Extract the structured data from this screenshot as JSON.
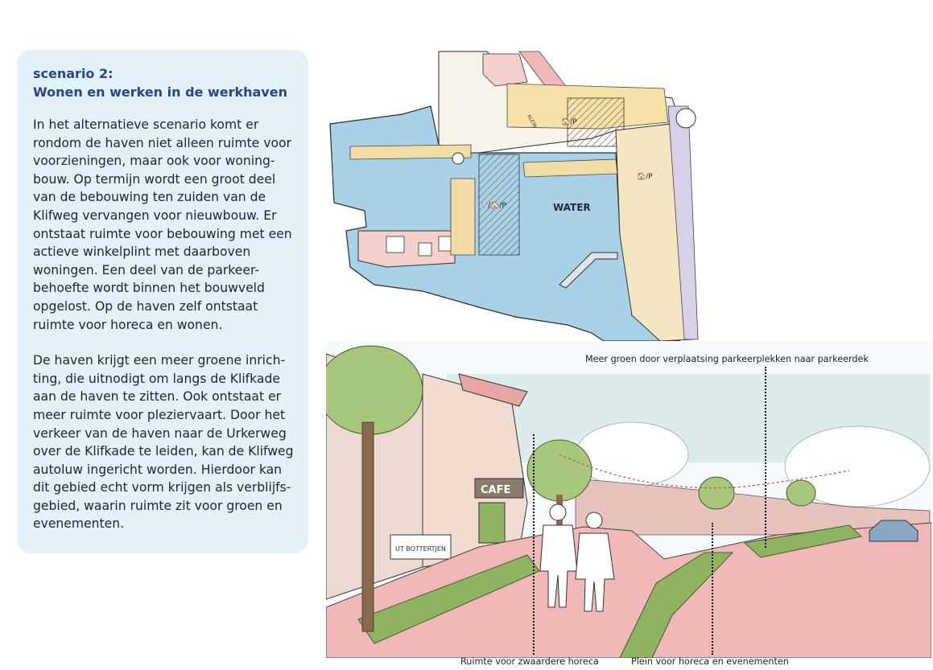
{
  "text_panel": {
    "heading_line1": "scenario 2:",
    "heading_line2": "Wonen en werken in de werkhaven",
    "paragraph1": "In het alternatieve scenario komt er rondom de haven niet alleen ruimte voor voorzieningen, maar ook voor woning-bouw. Op termijn wordt een groot deel van de bebouwing ten zuiden van de Klifweg vervangen voor nieuwbouw. Er ontstaat ruimte voor bebouwing met een actieve winkelplint met daarboven woningen. Een deel van de parkeer-behoefte wordt binnen het bouwveld opgelost. Op de haven zelf ontstaat ruimte voor horeca en wonen.",
    "paragraph2": "De haven krijgt een meer groene inrich-ting, die uitnodigt om langs de Klifkade aan de haven te zitten. Ook ontstaat er meer ruimte voor pleziervaart. Door het verkeer van de haven naar de Urkerweg over de Klifkade te leiden, kan de Klifweg autoluw ingericht worden. Hierdoor kan dit gebied echt vorm krijgen als verblijfs-gebied, waarin ruimte zit voor groen en evenementen."
  },
  "map": {
    "water_label": "WATER",
    "street_label": "KLEIN",
    "parking_label_1": "🏠/P",
    "parking_label_2": "🏠/P",
    "parking_label_3": "🍴/🏠/P"
  },
  "sketch": {
    "cafe_sign": "CAFE",
    "shop_sign": "UT BOTTERTJEN",
    "annotation_top": "Meer groen door verplaatsing parkeerplekken naar parkeerdek",
    "annotation_bottom_left": "Ruimte voor zwaardere horeca",
    "annotation_bottom_right": "Plein voor horeca en evenementen"
  },
  "colors": {
    "panel_bg": "#e3f1f9",
    "heading": "#25468c",
    "water": "#a9d2e8",
    "road_pink": "#f0b9b7",
    "greenery": "#8fb263"
  }
}
